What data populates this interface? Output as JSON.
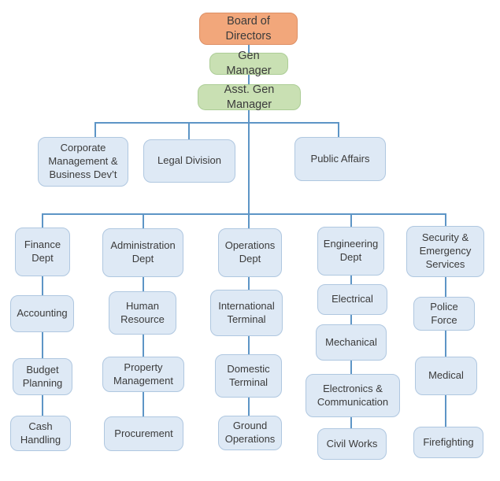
{
  "org_chart": {
    "executive": {
      "board": "Board of Directors",
      "gen_manager": "Gen Manager",
      "asst_gen_manager": "Asst. Gen Manager"
    },
    "staff_units": [
      "Corporate Management & Business Dev’t",
      "Legal Division",
      "Public Affairs"
    ],
    "departments": [
      {
        "head": "Finance Dept",
        "units": [
          "Accounting",
          "Budget Planning",
          "Cash Handling"
        ]
      },
      {
        "head": "Administration Dept",
        "units": [
          "Human Resource",
          "Property Management",
          "Procurement"
        ]
      },
      {
        "head": "Operations Dept",
        "units": [
          "International Terminal",
          "Domestic Terminal",
          "Ground Operations"
        ]
      },
      {
        "head": "Engineering Dept",
        "units": [
          "Electrical",
          "Mechanical",
          "Electronics & Communication",
          "Civil Works"
        ]
      },
      {
        "head": "Security & Emergency Services",
        "units": [
          "Police Force",
          "Medical",
          "Firefighting"
        ]
      }
    ],
    "colors": {
      "board_fill": "#F2A77B",
      "board_border": "#DD9066",
      "manager_fill": "#C9E0B3",
      "manager_border": "#ACCD96",
      "unit_fill": "#DEE9F5",
      "unit_border": "#AFC7E0",
      "connector": "#5D95C6",
      "text": "#3B3B3B"
    }
  }
}
